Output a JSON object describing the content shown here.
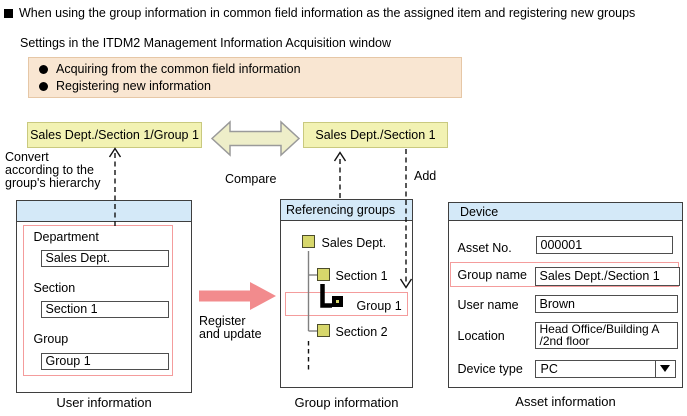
{
  "page": {
    "title": "When using the group information in common field information as the assigned item and registering new groups",
    "subtitle": "Settings in the ITDM2 Management Information Acquisition window"
  },
  "settings_box": {
    "items": [
      "Acquiring from the common field information",
      "Registering new information"
    ]
  },
  "flow": {
    "label_left": "Sales Dept./Section 1/Group 1",
    "label_right": "Sales Dept./Section 1",
    "convert_note": "Convert\naccording to the\ngroup's hierarchy",
    "compare_label": "Compare",
    "add_label": "Add",
    "register_label": "Register\nand update"
  },
  "user_panel": {
    "caption": "User information",
    "fields": [
      {
        "label": "Department",
        "value": "Sales Dept."
      },
      {
        "label": "Section",
        "value": "Section 1"
      },
      {
        "label": "Group",
        "value": "Group 1"
      }
    ]
  },
  "group_panel": {
    "caption": "Group information",
    "header": "Referencing groups",
    "tree": [
      {
        "label": "Sales Dept."
      },
      {
        "label": "Section 1"
      },
      {
        "label": "Group 1"
      },
      {
        "label": "Section 2"
      }
    ]
  },
  "asset_panel": {
    "caption": "Asset information",
    "header": "Device",
    "fields": [
      {
        "label": "Asset No.",
        "value": "000001"
      },
      {
        "label": "Group name",
        "value": "Sales Dept./Section 1"
      },
      {
        "label": "User name",
        "value": "Brown"
      },
      {
        "label": "Location",
        "value": "Head Office/Building A\n/2nd floor"
      },
      {
        "label": "Device type",
        "value": "PC"
      }
    ]
  },
  "colors": {
    "panel_header": "#d4e9f8",
    "highlight_red": "#f49c9c",
    "label_yellow_bg": "#f2f2b3",
    "label_yellow_border": "#c9c97f",
    "settings_bg": "#f9e6d2",
    "settings_border": "#e6c7a6",
    "arrow_pink": "#f28b8d",
    "compare_arrow_fill": "#eeeec9",
    "compare_arrow_border": "#9a9a9a",
    "tree_icon_fill": "#d7d76b",
    "panel_border": "#3f3f3f"
  }
}
